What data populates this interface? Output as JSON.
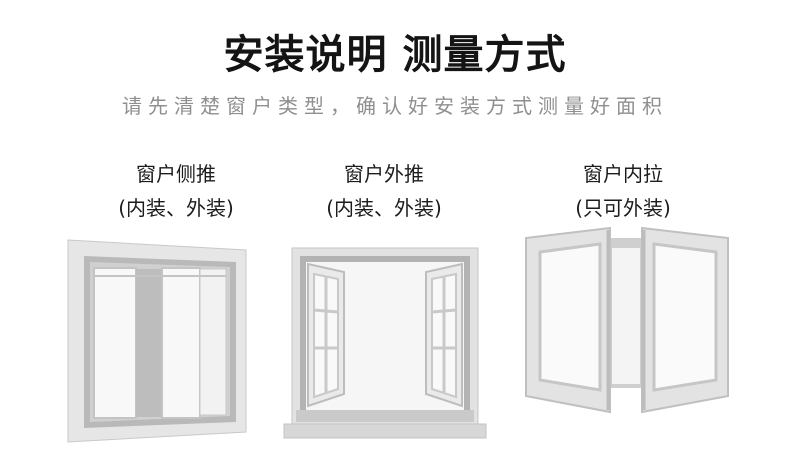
{
  "header": {
    "title": "安装说明 测量方式",
    "subtitle": "请先清楚窗户类型，确认好安装方式测量好面积"
  },
  "windows": [
    {
      "name": "窗户侧推",
      "note": "(内装、外装)",
      "icon": "side-sliding-window-icon"
    },
    {
      "name": "窗户外推",
      "note": "(内装、外装)",
      "icon": "outward-casement-window-icon"
    },
    {
      "name": "窗户内拉",
      "note": "(只可外装)",
      "icon": "inward-casement-window-icon"
    }
  ],
  "colors": {
    "frame_light": "#e4e4e4",
    "frame_mid": "#cfcfcf",
    "frame_dark": "#b5b5b5",
    "glass": "#f7f7f7"
  }
}
